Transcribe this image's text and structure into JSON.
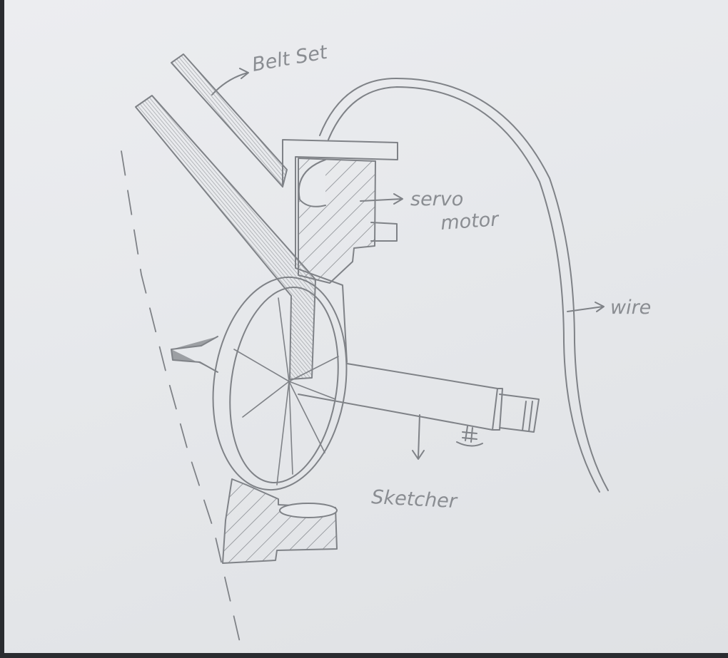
{
  "labels": {
    "belt_set": "Belt Set",
    "servo_line1": "servo",
    "servo_line2": "motor",
    "wire": "wire",
    "sketcher": "Sketcher"
  },
  "colors": {
    "pencil": "#7f8287",
    "pencil_light": "#a3a6aa",
    "shade": "#b9bbbf",
    "paper": "#e8eaed",
    "background": "#2a2c30"
  }
}
